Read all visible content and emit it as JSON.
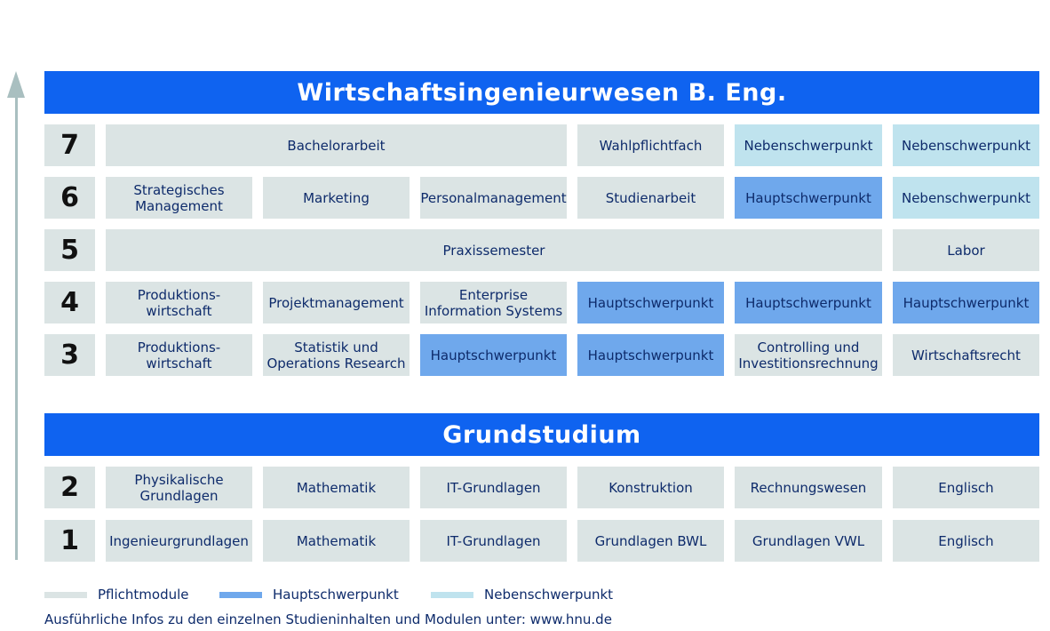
{
  "title": "Wirtschaftsingenieurwesen B. Eng.",
  "grundstudium_title": "Grundstudium",
  "colors": {
    "band": "#0f63f0",
    "pflicht": "#dbe4e4",
    "haupt": "#6fa8ec",
    "neben": "#bfe3ee",
    "text": "#0e2b6b"
  },
  "semesters": {
    "s7": {
      "number": "7",
      "c0": "Bachelorarbeit",
      "c1": "Wahlpflichtfach",
      "c2": "Nebenschwerpunkt",
      "c3": "Nebenschwerpunkt"
    },
    "s6": {
      "number": "6",
      "c0": "Strategisches Management",
      "c1": "Marketing",
      "c2": "Personalmanagement",
      "c3": "Studienarbeit",
      "c4": "Hauptschwerpunkt",
      "c5": "Nebenschwerpunkt"
    },
    "s5": {
      "number": "5",
      "c0": "Praxissemester",
      "c1": "Labor"
    },
    "s4": {
      "number": "4",
      "c0": "Produktions-wirtschaft",
      "c1": "Projektmanagement",
      "c2": "Enterprise Information Systems",
      "c3": "Hauptschwerpunkt",
      "c4": "Hauptschwerpunkt",
      "c5": "Hauptschwerpunkt"
    },
    "s3": {
      "number": "3",
      "c0": "Produktions-wirtschaft",
      "c1": "Statistik und Operations Research",
      "c2": "Hauptschwerpunkt",
      "c3": "Hauptschwerpunkt",
      "c4": "Controlling und Investitionsrechnung",
      "c5": "Wirtschaftsrecht"
    },
    "s2": {
      "number": "2",
      "c0": "Physikalische Grundlagen",
      "c1": "Mathematik",
      "c2": "IT-Grundlagen",
      "c3": "Konstruktion",
      "c4": "Rechnungswesen",
      "c5": "Englisch"
    },
    "s1": {
      "number": "1",
      "c0": "Ingenieurgrundlagen",
      "c1": "Mathematik",
      "c2": "IT-Grundlagen",
      "c3": "Grundlagen BWL",
      "c4": "Grundlagen VWL",
      "c5": "Englisch"
    }
  },
  "legend": {
    "pflicht": "Pflichtmodule",
    "haupt": "Hauptschwerpunkt",
    "neben": "Nebenschwerpunkt"
  },
  "footer": "Ausführliche Infos zu den einzelnen Studieninhalten und Modulen unter: www.hnu.de"
}
